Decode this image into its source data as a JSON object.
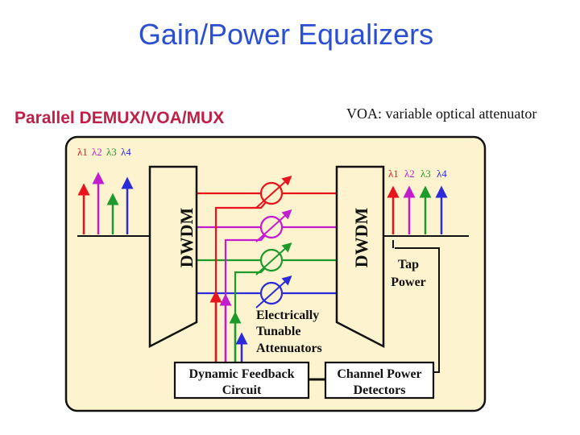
{
  "slide": {
    "title": "Gain/Power Equalizers"
  },
  "figure": {
    "heading": "Parallel DEMUX/VOA/MUX",
    "note": "VOA: variable optical attenuator",
    "left_block": "DWDM",
    "right_block": "DWDM",
    "input_wavelengths": [
      "λ1",
      "λ2",
      "λ3",
      "λ4"
    ],
    "output_wavelengths": [
      "λ1",
      "λ2",
      "λ3",
      "λ4"
    ],
    "tap_power": [
      "Tap",
      "Power"
    ],
    "attenuators": [
      "Electrically",
      "Tunable",
      "Attenuators"
    ],
    "feedback_box": [
      "Dynamic Feedback",
      "Circuit"
    ],
    "detectors_box": [
      "Channel Power",
      "Detectors"
    ]
  },
  "colors": {
    "title": "#2a4fd0",
    "heading": "#c02048",
    "panel_fill": "#fdf3cf",
    "lambda1": "#e8131c",
    "lambda2": "#c21cd0",
    "lambda3": "#1c9a2c",
    "lambda4": "#2b2bd9"
  }
}
